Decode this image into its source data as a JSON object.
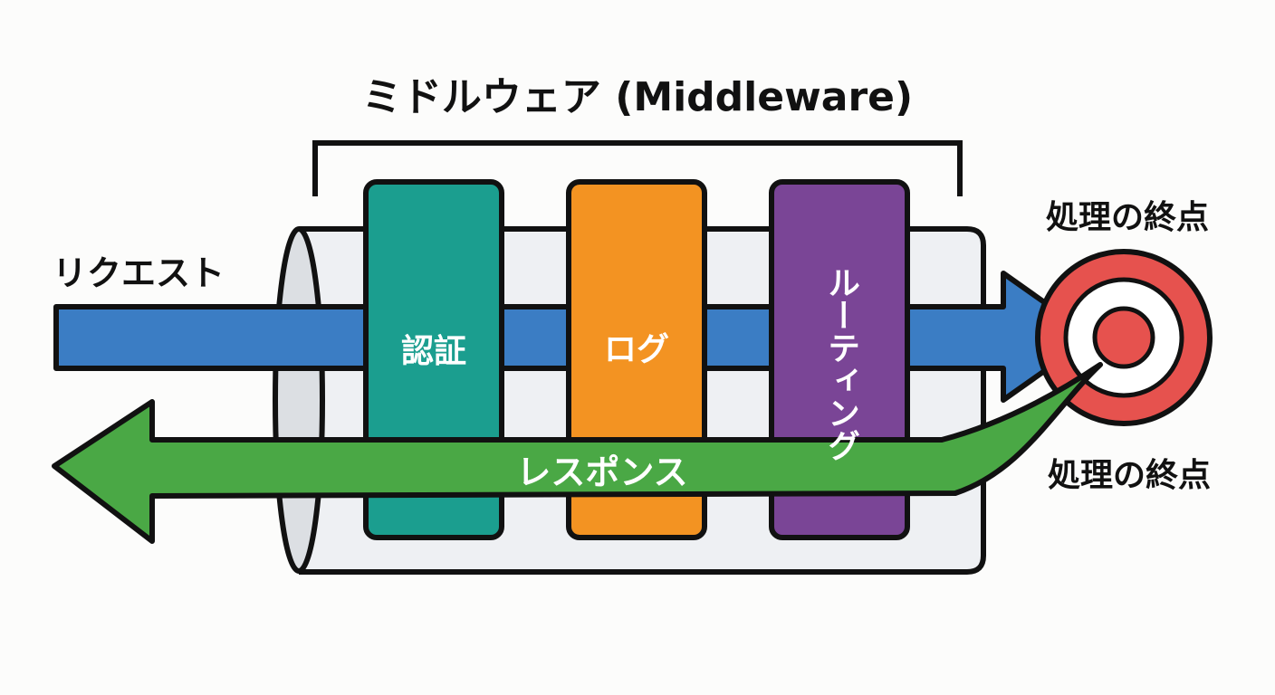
{
  "title": "ミドルウェア (Middleware)",
  "request_label": "リクエスト",
  "response_label": "レスポンス",
  "endpoint_label_top": "処理の終点",
  "endpoint_label_bottom": "処理の終点",
  "stages": [
    {
      "label": "認証",
      "color": "#1b9e8f"
    },
    {
      "label": "ログ",
      "color": "#f39322"
    },
    {
      "label": "ルーティング",
      "color": "#7a4596"
    }
  ],
  "colors": {
    "request_arrow": "#3b7dc4",
    "response_arrow": "#4aa845",
    "target_outer": "#e6524e",
    "pipe_fill": "#eef0f3",
    "outline": "#111111"
  }
}
